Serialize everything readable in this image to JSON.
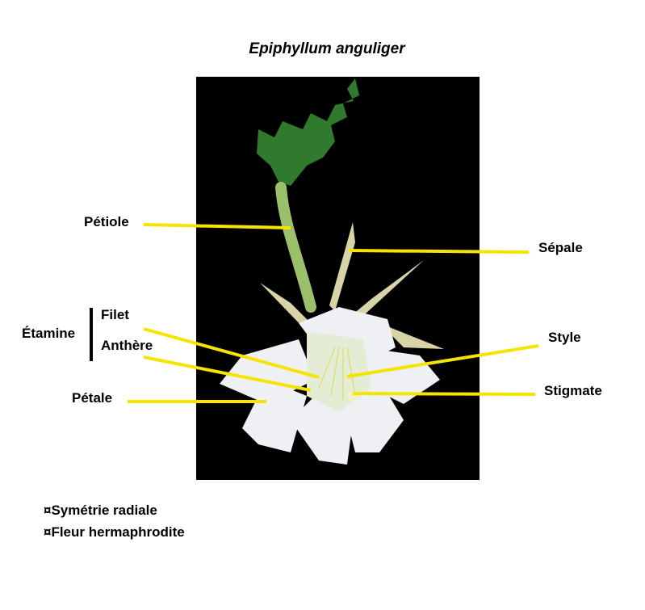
{
  "title": "Epiphyllum anguliger",
  "labels": {
    "petiole": "Pétiole",
    "sepale": "Sépale",
    "etamine": "Étamine",
    "filet": "Filet",
    "anthere": "Anthère",
    "style": "Style",
    "petale": "Pétale",
    "stigmate": "Stigmate"
  },
  "notes": [
    "¤Symétrie radiale",
    "¤Fleur hermaphrodite"
  ],
  "colors": {
    "leader": "#f5e400",
    "photo_bg": "#000000",
    "leaf": "#2f7a2c",
    "petal": "#eef0f4"
  }
}
